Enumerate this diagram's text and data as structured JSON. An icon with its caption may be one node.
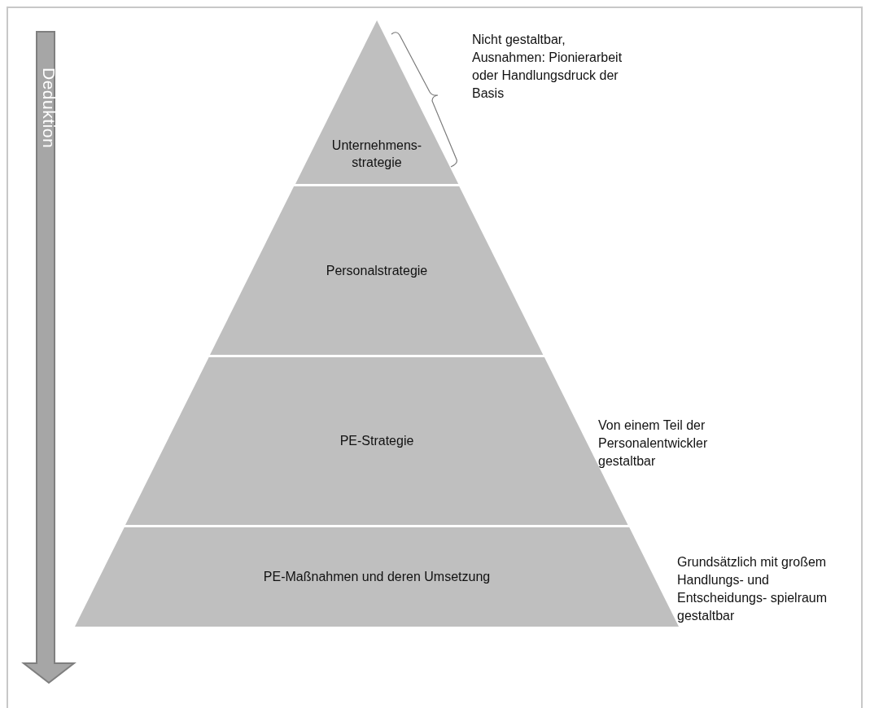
{
  "diagram": {
    "nodes": [
      {
        "text": [
          "Unternehmens- strategie"
        ],
        "beside": [
          "Nicht gestaltbar, Ausnahmen: Pionierarbeit oder Handlungsdruck der Basis"
        ]
      },
      {
        "text": [
          "Personalstrategie"
        ]
      },
      {
        "text": [
          "PE-Strategie"
        ],
        "beside": [
          "Von einem Teil der Personalentwickler gestaltbar"
        ]
      },
      {
        "text": [
          "PE-Maßnahmen und deren Umsetzung"
        ],
        "beside": [
          "Grundsätzlich mit großem Handlungs- und Entscheidungs- spielraum gestaltbar"
        ]
      },
      {
        "text": [
          "Deduktion"
        ]
      }
    ],
    "edges": []
  }
}
